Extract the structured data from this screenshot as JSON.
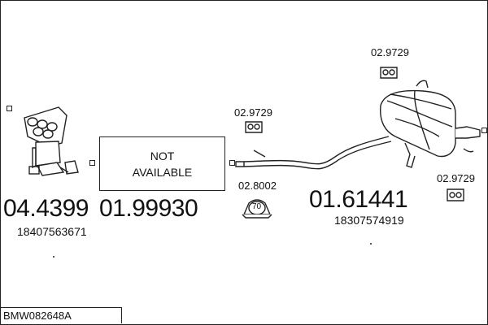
{
  "parts": {
    "catalyst": {
      "code": "04.4399",
      "ref": "18407563671"
    },
    "front_pipe": {
      "code": "01.99930",
      "status_line1": "NOT",
      "status_line2": "AVAILABLE"
    },
    "rear_section": {
      "code": "01.61441",
      "ref": "18307574919"
    }
  },
  "small_parts": {
    "hanger_top_right": "02.9729",
    "hanger_mid": "02.9729",
    "hanger_right": "02.9729",
    "clamp": "02.8002",
    "clamp_size": "70"
  },
  "footer": {
    "model_code": "BMW082648A"
  }
}
